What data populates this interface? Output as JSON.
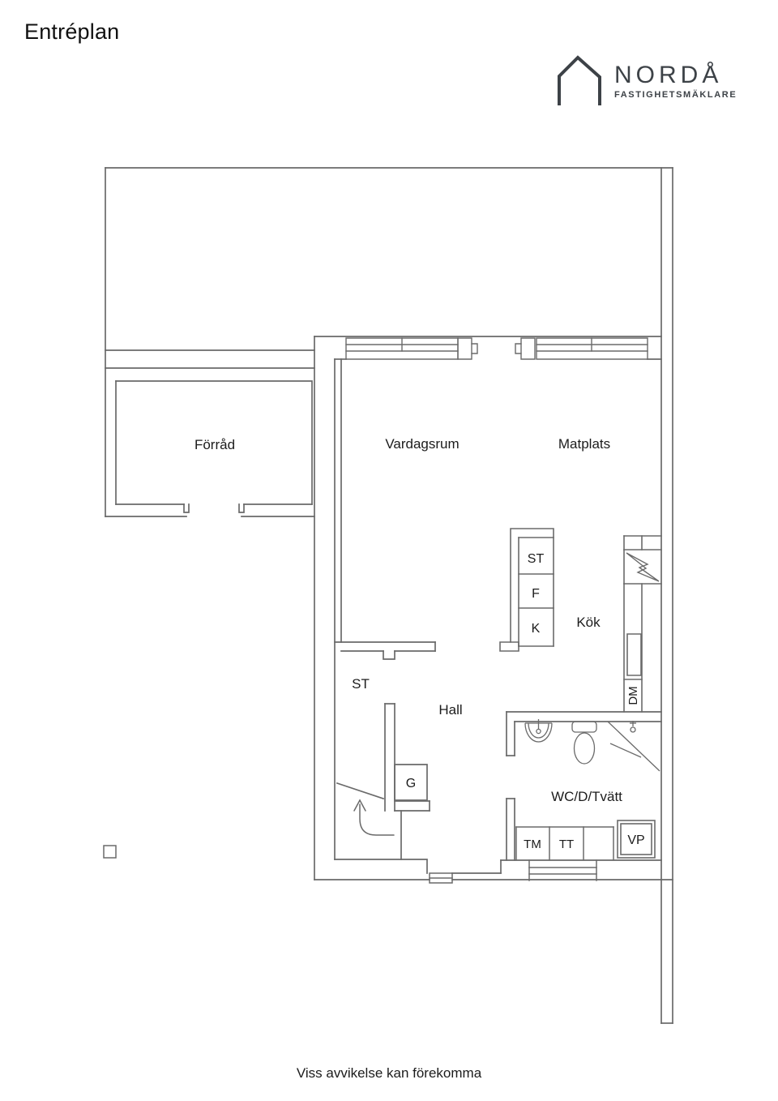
{
  "page": {
    "title": "Entréplan",
    "disclaimer": "Viss avvikelse kan förekomma"
  },
  "logo": {
    "brand": "NORDÅ",
    "tagline": "FASTIGHETSMÄKLARE",
    "color": "#3d4247",
    "icon": "house-outline-icon"
  },
  "floorplan": {
    "line_color": "#6a6a6a",
    "text_color": "#1c1c1c",
    "rooms": {
      "forrad": "Förråd",
      "vardagsrum": "Vardagsrum",
      "matplats": "Matplats",
      "kok": "Kök",
      "hall": "Hall",
      "st_closet": "ST",
      "wc": "WC/D/Tvätt"
    },
    "fixtures": {
      "tall_cabinet": "ST",
      "fridge": "F",
      "freezer": "K",
      "wardrobe": "G",
      "dishwasher": "DM",
      "washing_machine": "TM",
      "tumble_dryer": "TT",
      "heat_pump": "VP"
    }
  }
}
